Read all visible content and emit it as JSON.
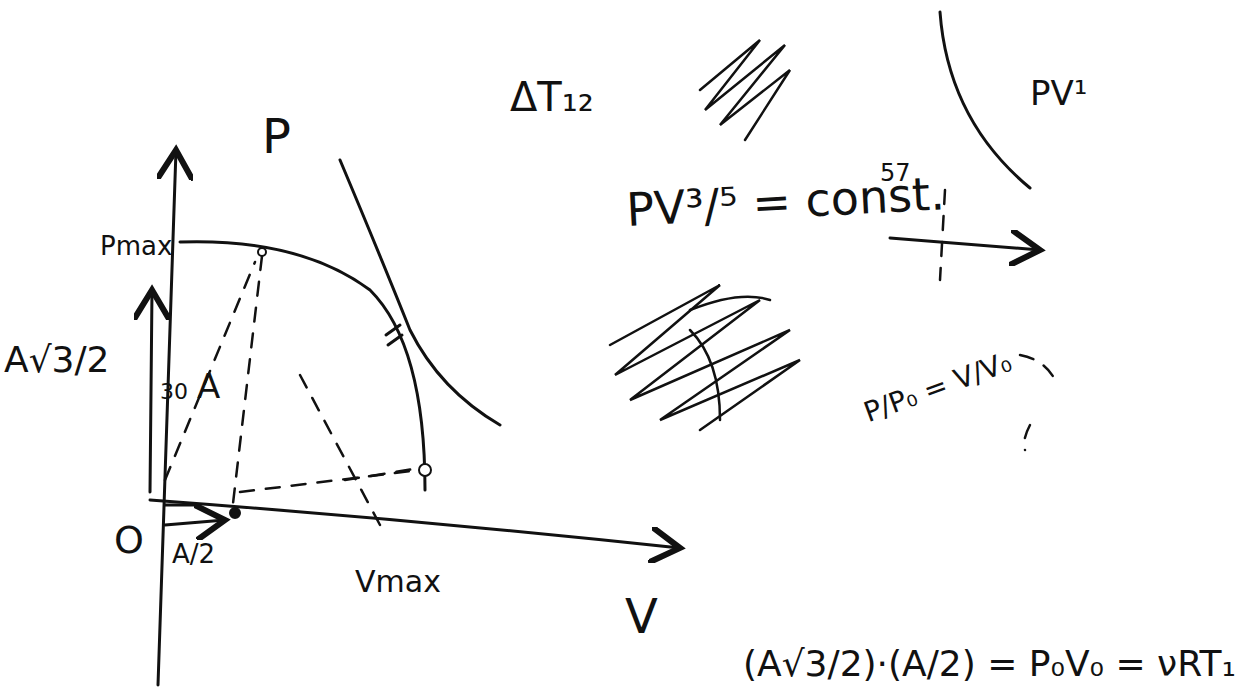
{
  "diagram": {
    "labels": [
      "ΔT₁₂",
      "PV¹",
      "PV³/⁵ = const.",
      "57",
      "P",
      "Pmax",
      "A√3/2",
      "30",
      "A",
      "O",
      "A/2",
      "Vmax",
      "V",
      "P/P₀ = V/V₀",
      "(A√3/2)·(A/2) = P₀V₀ = νRT₁"
    ]
  }
}
